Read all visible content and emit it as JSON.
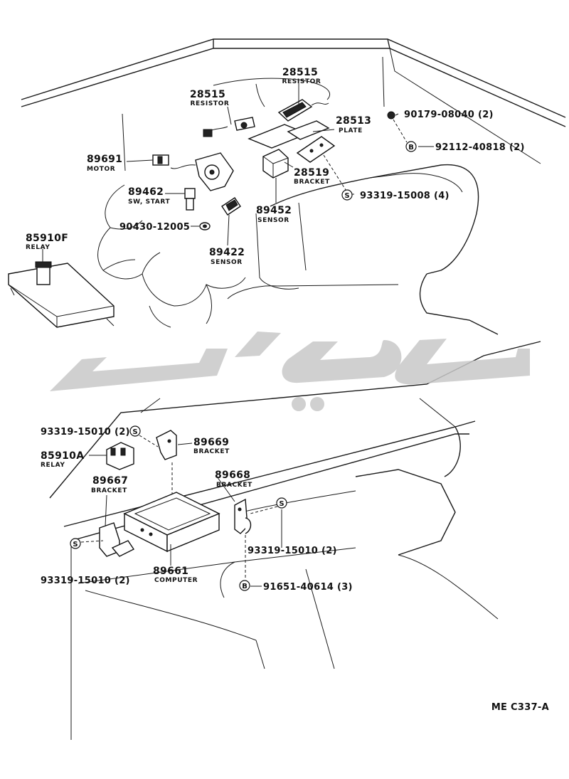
{
  "diagram_code": "ME C337-A",
  "watermark_text": "تویوتا",
  "colors": {
    "line": "#1a1a1a",
    "watermark": "#c8c8c8",
    "background": "#ffffff"
  },
  "callouts": [
    {
      "id": "c1",
      "number": "28515",
      "name": "RESISTOR"
    },
    {
      "id": "c2",
      "number": "28515",
      "name": "RESISTOR"
    },
    {
      "id": "c3",
      "number": "28513",
      "name": "PLATE"
    },
    {
      "id": "c4",
      "number": "90179-08040 (2)",
      "name": ""
    },
    {
      "id": "c5",
      "number": "92112-40818 (2)",
      "name": "",
      "badge": "B"
    },
    {
      "id": "c6",
      "number": "89691",
      "name": "MOTOR"
    },
    {
      "id": "c7",
      "number": "28519",
      "name": "BRACKET"
    },
    {
      "id": "c8",
      "number": "93319-15008 (4)",
      "name": "",
      "badge": "S"
    },
    {
      "id": "c9",
      "number": "89462",
      "name": "SW, START"
    },
    {
      "id": "c10",
      "number": "89452",
      "name": "SENSOR"
    },
    {
      "id": "c11",
      "number": "90430-12005",
      "name": ""
    },
    {
      "id": "c12",
      "number": "85910F",
      "name": "RELAY"
    },
    {
      "id": "c13",
      "number": "89422",
      "name": "SENSOR"
    },
    {
      "id": "c14",
      "number": "93319-15010 (2)",
      "name": "",
      "badge": "S"
    },
    {
      "id": "c15",
      "number": "89669",
      "name": "BRACKET"
    },
    {
      "id": "c16",
      "number": "85910A",
      "name": "RELAY"
    },
    {
      "id": "c17",
      "number": "89668",
      "name": "BRACKET"
    },
    {
      "id": "c18",
      "number": "89667",
      "name": "BRACKET"
    },
    {
      "id": "c19",
      "number": "93319-15010 (2)",
      "name": "",
      "badge": "S"
    },
    {
      "id": "c20",
      "number": "89661",
      "name": "COMPUTER"
    },
    {
      "id": "c21",
      "number": "93319-15010 (2)",
      "name": "",
      "badge": "S"
    },
    {
      "id": "c22",
      "number": "91651-40614 (3)",
      "name": "",
      "badge": "B"
    }
  ]
}
